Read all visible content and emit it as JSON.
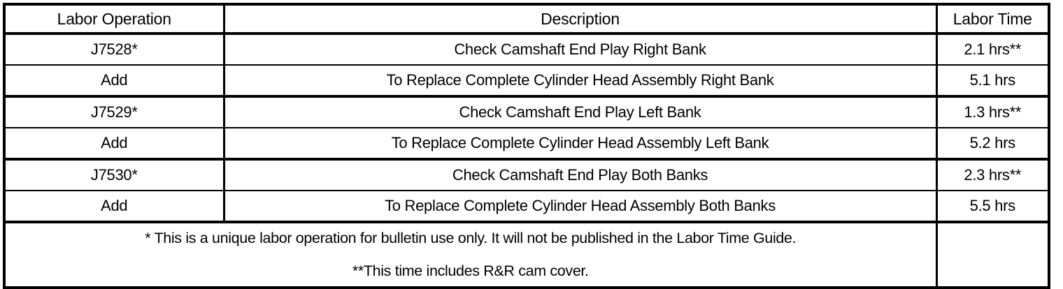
{
  "table": {
    "columns": [
      {
        "key": "operation",
        "label": "Labor Operation"
      },
      {
        "key": "description",
        "label": "Description"
      },
      {
        "key": "time",
        "label": "Labor Time"
      }
    ],
    "rows": [
      {
        "operation": "J7528*",
        "description": "Check Camshaft End Play Right Bank",
        "time": "2.1 hrs**"
      },
      {
        "operation": "Add",
        "description": "To Replace Complete Cylinder Head Assembly Right Bank",
        "time": "5.1 hrs"
      },
      {
        "operation": "J7529*",
        "description": "Check Camshaft End Play Left Bank",
        "time": "1.3 hrs**"
      },
      {
        "operation": "Add",
        "description": "To Replace Complete Cylinder Head Assembly Left Bank",
        "time": "5.2 hrs"
      },
      {
        "operation": "J7530*",
        "description": "Check Camshaft End Play Both Banks",
        "time": "2.3 hrs**"
      },
      {
        "operation": "Add",
        "description": "To Replace Complete Cylinder Head Assembly Both Banks",
        "time": "5.5 hrs"
      }
    ],
    "footnotes": {
      "line1": "* This is a unique labor operation for bulletin use only. It will not be published in the Labor Time Guide.",
      "line2": "**This time includes R&R cam cover.",
      "time_cell": ""
    }
  },
  "colors": {
    "text": "#000000",
    "background": "#ffffff",
    "border": "#000000"
  }
}
